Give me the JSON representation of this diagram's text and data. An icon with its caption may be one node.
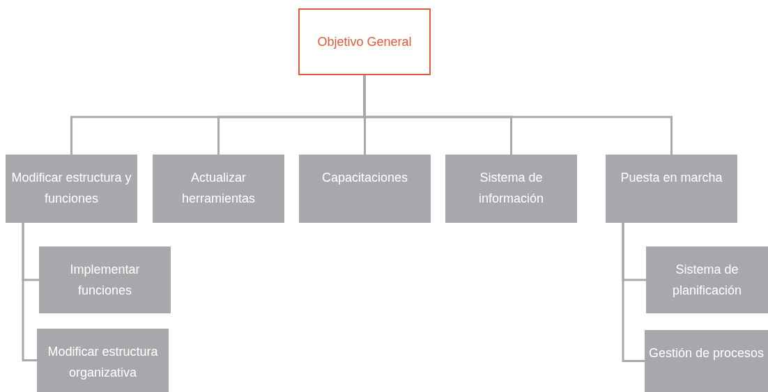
{
  "diagram": {
    "nodes": [
      {
        "text": [
          "Objetivo General"
        ]
      },
      {
        "text": [
          "Modificar estructura y funciones"
        ]
      },
      {
        "text": [
          "Actualizar herramientas"
        ]
      },
      {
        "text": [
          "Capacitaciones"
        ]
      },
      {
        "text": [
          "Sistema de información"
        ]
      },
      {
        "text": [
          "Puesta en marcha"
        ]
      },
      {
        "text": [
          "Implementar funciones"
        ]
      },
      {
        "text": [
          "Modificar estructura organizativa"
        ]
      },
      {
        "text": [
          "Sistema de planificación"
        ]
      },
      {
        "text": [
          "Gestión de procesos"
        ]
      }
    ],
    "edges": [
      {
        "from": 0,
        "to": 1,
        "arrow": "none"
      },
      {
        "from": 0,
        "to": 2,
        "arrow": "none"
      },
      {
        "from": 0,
        "to": 3,
        "arrow": "none"
      },
      {
        "from": 0,
        "to": 4,
        "arrow": "none"
      },
      {
        "from": 0,
        "to": 5,
        "arrow": "none"
      },
      {
        "from": 1,
        "to": 6,
        "arrow": "none"
      },
      {
        "from": 1,
        "to": 7,
        "arrow": "none"
      },
      {
        "from": 5,
        "to": 8,
        "arrow": "none"
      },
      {
        "from": 5,
        "to": 9,
        "arrow": "none"
      }
    ]
  }
}
